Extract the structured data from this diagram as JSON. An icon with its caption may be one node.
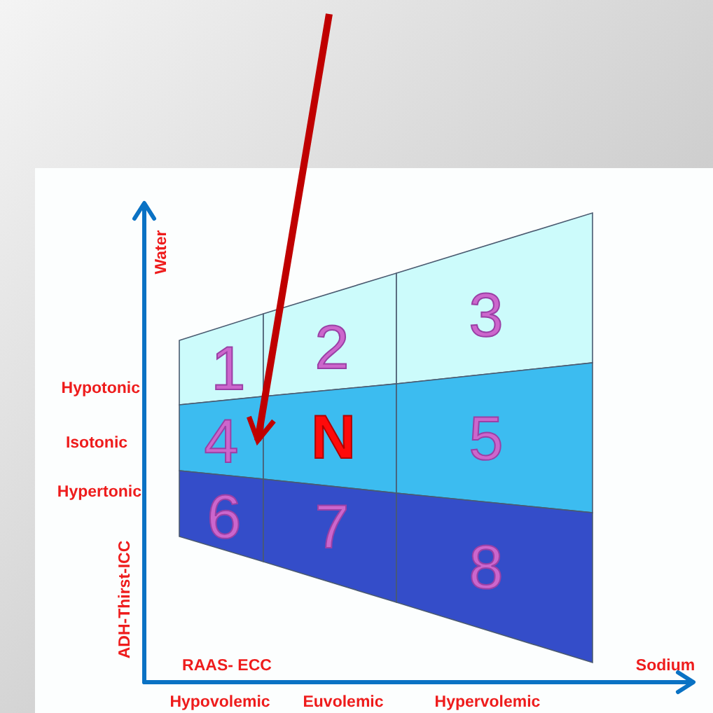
{
  "diagram": {
    "nodes": [
      {
        "text": [
          "1"
        ]
      },
      {
        "text": [
          "2"
        ]
      },
      {
        "text": [
          "3"
        ]
      },
      {
        "text": [
          "4"
        ]
      },
      {
        "text": [
          "N"
        ]
      },
      {
        "text": [
          "5"
        ]
      },
      {
        "text": [
          "6"
        ]
      },
      {
        "text": [
          "7"
        ]
      },
      {
        "text": [
          "8"
        ]
      }
    ],
    "edges": [
      {
        "from": null,
        "to": 3,
        "arrow": "to",
        "color": "#c00000"
      }
    ],
    "labels": [
      "Water",
      "Hypotonic",
      "Isotonic",
      "Hypertonic",
      "ADH-Thirst-ICC",
      "RAAS- ECC",
      "Sodium",
      "Hypovolemic",
      "Euvolemic",
      "Hypervolemic"
    ]
  }
}
